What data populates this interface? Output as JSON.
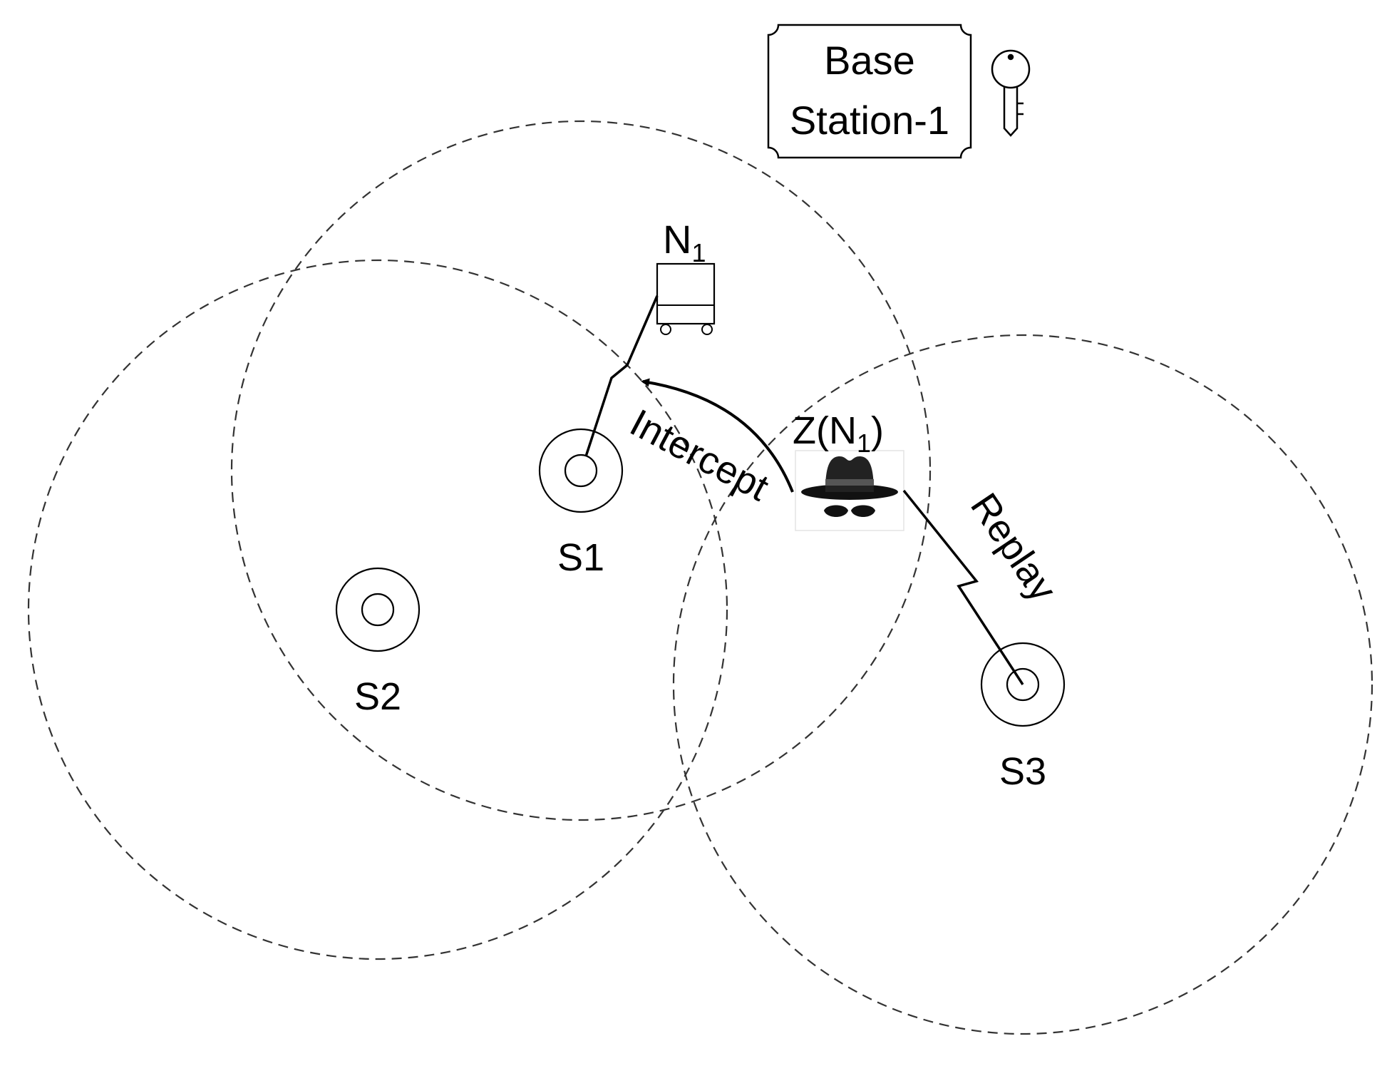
{
  "base_station": {
    "line1": "Base",
    "line2": "Station-1",
    "icon": "key-icon"
  },
  "nodes": {
    "n1_label_main": "N",
    "n1_label_sub": "1",
    "s1_label": "S1",
    "s2_label": "S2",
    "s3_label": "S3"
  },
  "attacker": {
    "label_prefix": "Z(N",
    "label_sub": "1",
    "label_suffix": ")",
    "icon": "spy-hat-icon"
  },
  "links": {
    "intercept_label": "Intercept",
    "replay_label": "Replay"
  },
  "colors": {
    "stroke": "#000000",
    "range_circle": "#333333"
  }
}
